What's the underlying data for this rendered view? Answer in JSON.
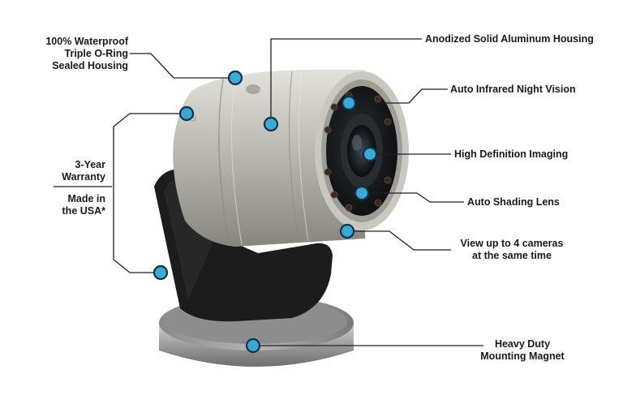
{
  "callouts": {
    "waterproof": [
      "100% Waterproof",
      "Triple O-Ring",
      "Sealed Housing"
    ],
    "aluminum": "Anodized Solid Aluminum Housing",
    "infrared": "Auto Infrared Night Vision",
    "hd": "High Definition Imaging",
    "shading": "Auto Shading Lens",
    "cameras": [
      "View up to 4 cameras",
      "at the same time"
    ],
    "warranty": [
      "3-Year",
      "Warranty"
    ],
    "usa": [
      "Made in",
      "the USA*"
    ],
    "magnet": [
      "Heavy Duty",
      "Mounting Magnet"
    ]
  },
  "colors": {
    "dot_fill": "#39a9d6",
    "dot_ring": "#0f3346",
    "housing": "#b7b6ae",
    "bracket": "#1c1c1c",
    "magnet": "#a9a9a9"
  }
}
